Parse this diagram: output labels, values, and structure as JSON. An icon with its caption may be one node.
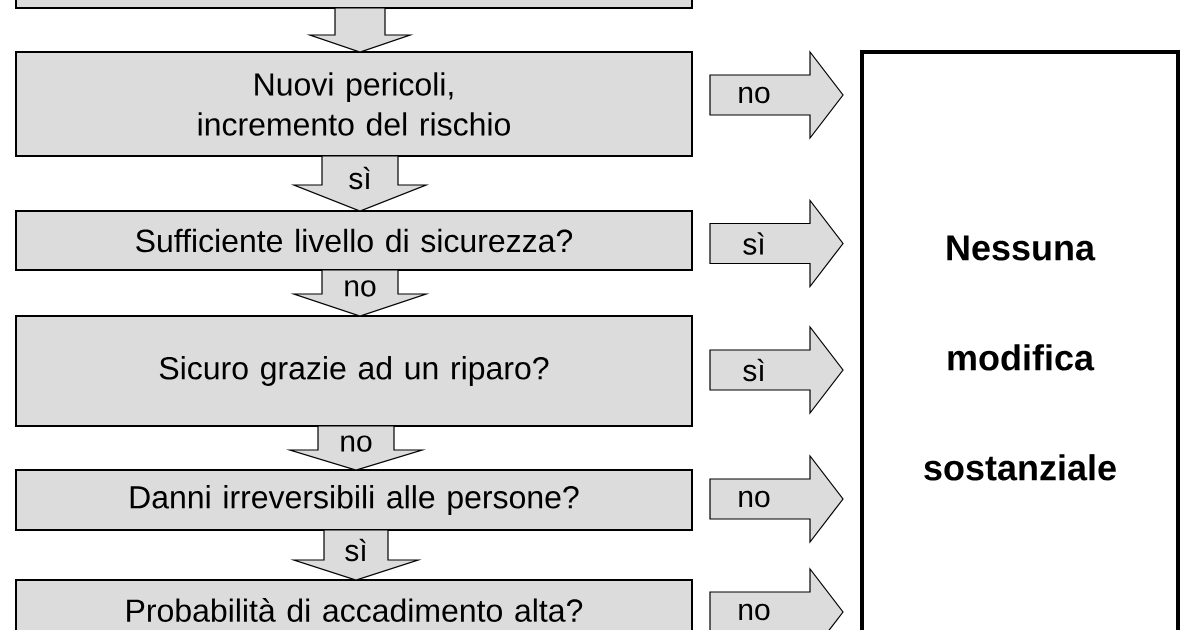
{
  "diagram": {
    "nodes": [
      {
        "text": [],
        "shape": "box"
      },
      {
        "text": [
          "Nuovi pericoli, incremento del rischio"
        ]
      },
      {
        "text": [
          "Sufficiente livello di sicurezza?"
        ]
      },
      {
        "text": [
          "Sicuro grazie ad un riparo?"
        ]
      },
      {
        "text": [
          "Danni irreversibili alle persone?"
        ]
      },
      {
        "text": [
          "Probabilità di accadimento alta?"
        ]
      },
      {
        "text": [
          "Nessuna modifica sostanziale"
        ]
      }
    ],
    "edges": [
      {
        "from": 0,
        "to": 1,
        "arrow": "to"
      },
      {
        "from": 1,
        "to": 2,
        "arrow": "to",
        "label": "sì"
      },
      {
        "from": 2,
        "to": 3,
        "arrow": "to",
        "label": "no"
      },
      {
        "from": 3,
        "to": 4,
        "arrow": "to",
        "label": "no"
      },
      {
        "from": 4,
        "to": 5,
        "arrow": "to",
        "label": "sì"
      },
      {
        "from": 1,
        "to": 6,
        "arrow": "to",
        "label": "no"
      },
      {
        "from": 2,
        "to": 6,
        "arrow": "to",
        "label": "sì"
      },
      {
        "from": 3,
        "to": 6,
        "arrow": "to",
        "label": "sì"
      },
      {
        "from": 4,
        "to": 6,
        "arrow": "to",
        "label": "no"
      },
      {
        "from": 5,
        "to": 6,
        "arrow": "to",
        "label": "no"
      }
    ]
  }
}
